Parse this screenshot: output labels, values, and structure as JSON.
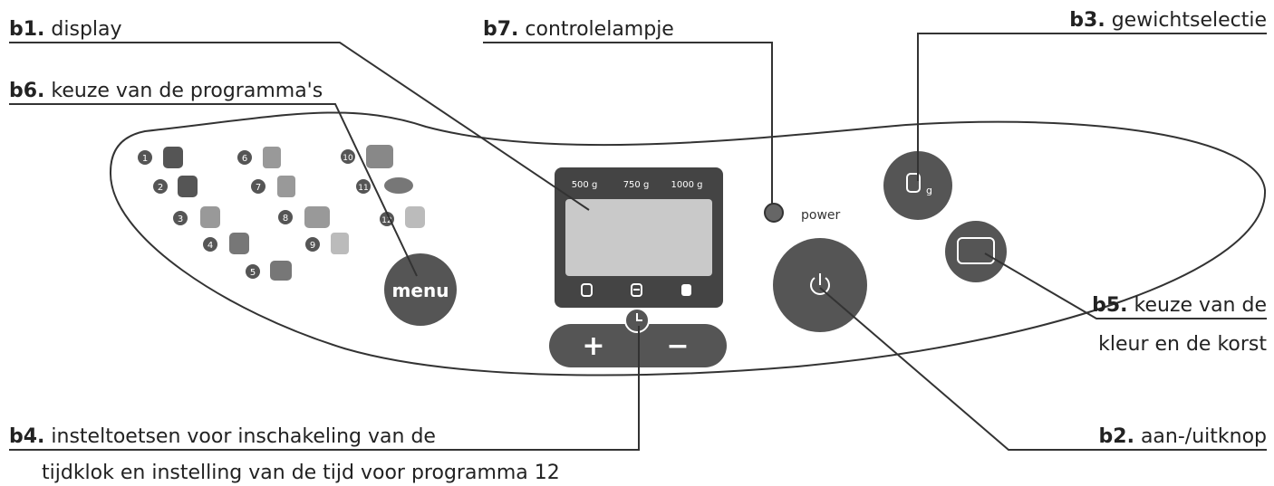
{
  "labels": {
    "b1": {
      "code": "b1.",
      "text": " display"
    },
    "b6": {
      "code": "b6.",
      "text": " keuze van de programma's"
    },
    "b7": {
      "code": "b7.",
      "text": " controlelampje"
    },
    "b3": {
      "code": "b3.",
      "text": " gewichtselectie"
    },
    "b5": {
      "code": "b5.",
      "text": " keuze van de",
      "line2": "kleur en de korst"
    },
    "b4": {
      "code": "b4.",
      "text": " insteltoetsen voor inschakeling van de",
      "line2": "tijdklok en instelling van de tijd voor programma 12"
    },
    "b2": {
      "code": "b2.",
      "text": " aan-/uitknop"
    }
  },
  "panel": {
    "weights": [
      "500 g",
      "750 g",
      "1000 g"
    ],
    "menu_label": "menu",
    "power_label": "power",
    "plus_label": "+",
    "minus_label": "−",
    "weight_suffix": "g",
    "programs": [
      "1",
      "2",
      "3",
      "4",
      "5",
      "6",
      "7",
      "8",
      "9",
      "10",
      "11",
      "12"
    ]
  }
}
